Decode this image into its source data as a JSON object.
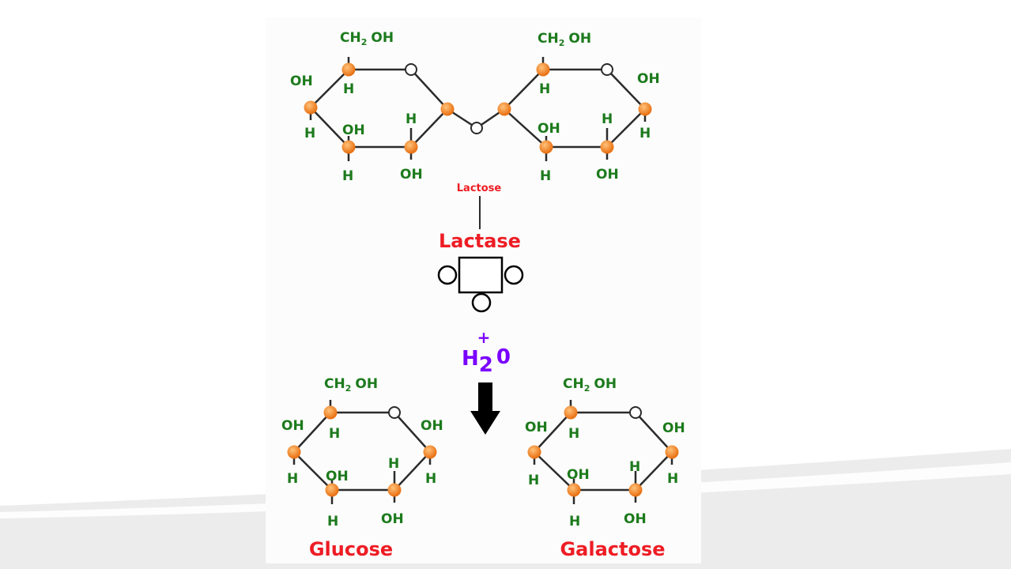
{
  "colors": {
    "bond": "#2b2b2b",
    "carbon": "#f07a1c",
    "oxygen_fill": "#ffffff",
    "group_text": "#1c7a1c",
    "label_red": "#ee1c24",
    "water_purple": "#7a00ff",
    "arrow": "#000000",
    "swoosh": "#d6d6d6"
  },
  "molecules": {
    "lactose_label": "Lactose",
    "glucose_label": "Glucose",
    "galactose_label": "Galactose"
  },
  "groups": {
    "ch2oh": "CH",
    "ch2oh_sub": "2",
    "ch2oh_tail": "OH",
    "oh": "OH",
    "h": "H"
  },
  "enzyme": {
    "label": "Lactase",
    "icon": "enzyme-block-icon"
  },
  "water": {
    "plus": "+",
    "h": "H",
    "sub": "2",
    "o": "0"
  },
  "arrow": {
    "icon": "down-arrow-icon"
  }
}
